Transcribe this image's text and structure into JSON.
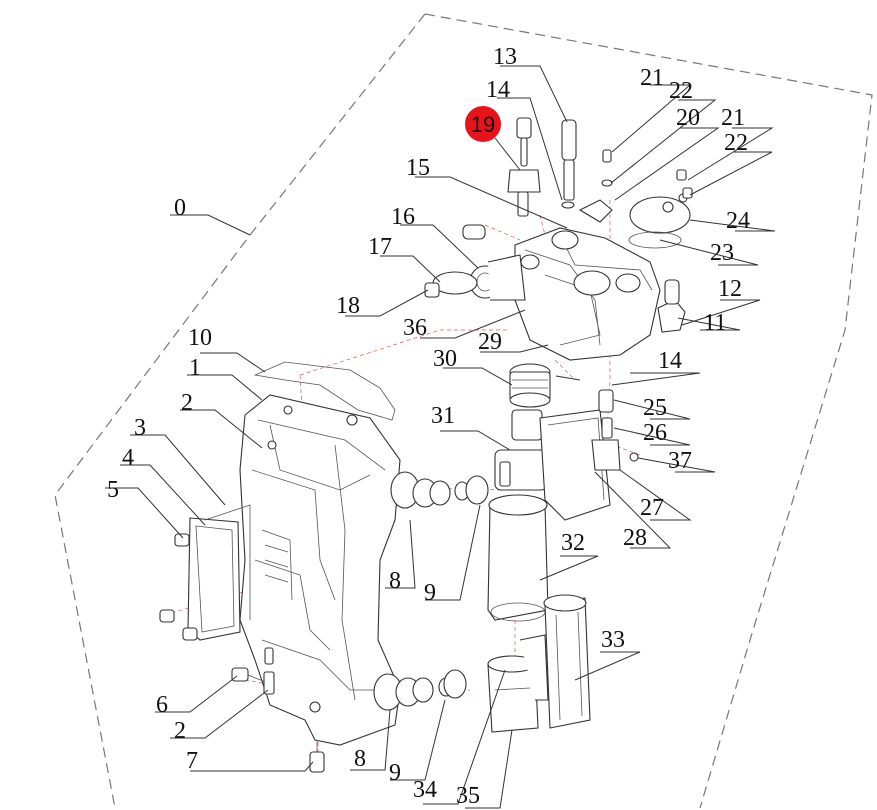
{
  "highlight_color": "#e8121b",
  "highlighted_part": "19",
  "callouts": [
    {
      "id": "c0",
      "label": "0"
    },
    {
      "id": "c1",
      "label": "1"
    },
    {
      "id": "c2a",
      "label": "2"
    },
    {
      "id": "c2b",
      "label": "2"
    },
    {
      "id": "c3",
      "label": "3"
    },
    {
      "id": "c4",
      "label": "4"
    },
    {
      "id": "c5",
      "label": "5"
    },
    {
      "id": "c6",
      "label": "6"
    },
    {
      "id": "c7",
      "label": "7"
    },
    {
      "id": "c8a",
      "label": "8"
    },
    {
      "id": "c8b",
      "label": "8"
    },
    {
      "id": "c9a",
      "label": "9"
    },
    {
      "id": "c9b",
      "label": "9"
    },
    {
      "id": "c10",
      "label": "10"
    },
    {
      "id": "c11",
      "label": "11"
    },
    {
      "id": "c12",
      "label": "12"
    },
    {
      "id": "c13",
      "label": "13"
    },
    {
      "id": "c14a",
      "label": "14"
    },
    {
      "id": "c14b",
      "label": "14"
    },
    {
      "id": "c15",
      "label": "15"
    },
    {
      "id": "c16",
      "label": "16"
    },
    {
      "id": "c17",
      "label": "17"
    },
    {
      "id": "c18",
      "label": "18"
    },
    {
      "id": "c19",
      "label": "19"
    },
    {
      "id": "c20",
      "label": "20"
    },
    {
      "id": "c21a",
      "label": "21"
    },
    {
      "id": "c21b",
      "label": "21"
    },
    {
      "id": "c22a",
      "label": "22"
    },
    {
      "id": "c22b",
      "label": "22"
    },
    {
      "id": "c23",
      "label": "23"
    },
    {
      "id": "c24",
      "label": "24"
    },
    {
      "id": "c25",
      "label": "25"
    },
    {
      "id": "c26",
      "label": "26"
    },
    {
      "id": "c27",
      "label": "27"
    },
    {
      "id": "c28",
      "label": "28"
    },
    {
      "id": "c29",
      "label": "29"
    },
    {
      "id": "c30",
      "label": "30"
    },
    {
      "id": "c31",
      "label": "31"
    },
    {
      "id": "c32",
      "label": "32"
    },
    {
      "id": "c33",
      "label": "33"
    },
    {
      "id": "c34",
      "label": "34"
    },
    {
      "id": "c35",
      "label": "35"
    },
    {
      "id": "c36",
      "label": "36"
    },
    {
      "id": "c37",
      "label": "37"
    }
  ]
}
